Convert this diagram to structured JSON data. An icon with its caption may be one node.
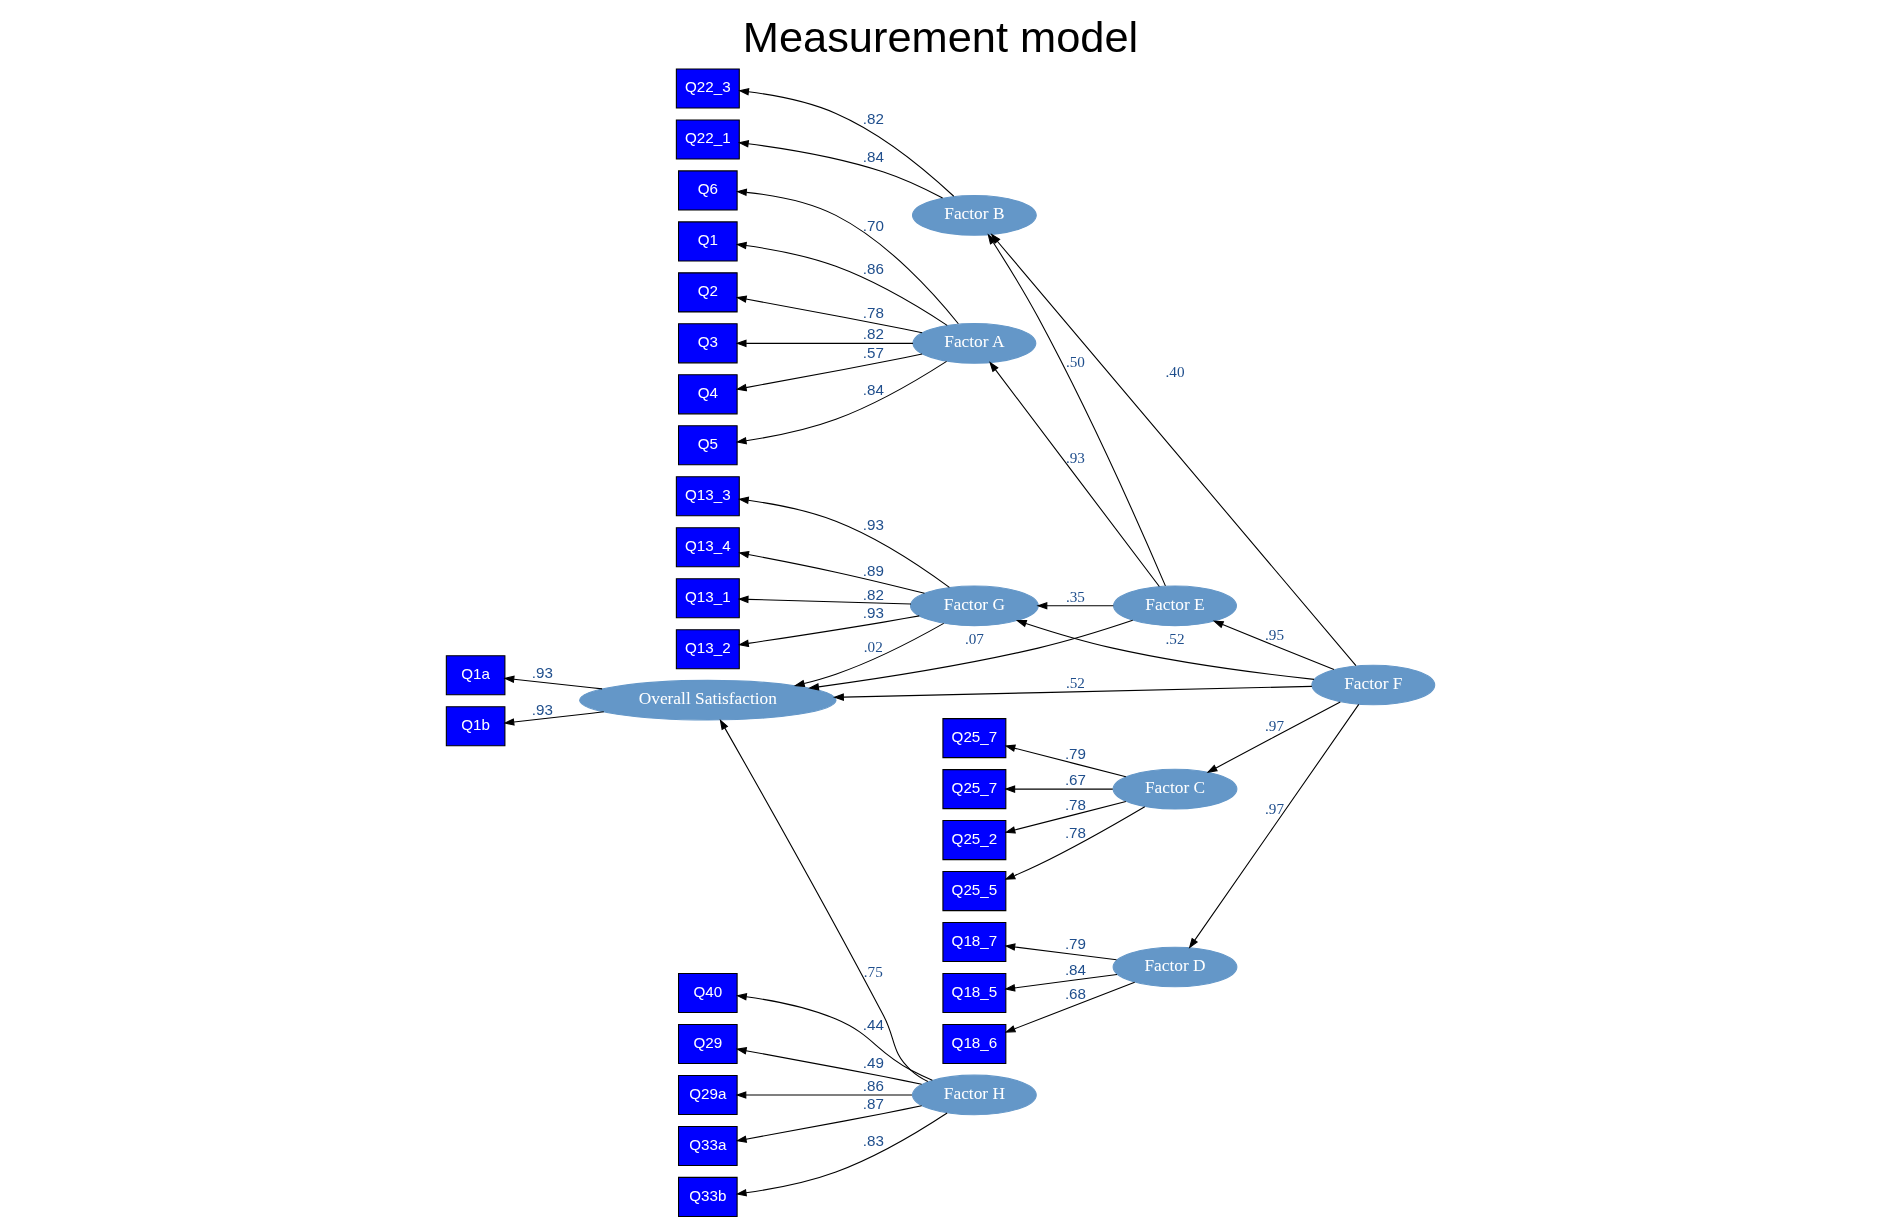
{
  "diagram": {
    "title": "Measurement model",
    "nodes": [
      {
        "text": [
          "Q1"
        ]
      },
      {
        "text": [
          "Q2"
        ]
      },
      {
        "text": [
          "Q3"
        ]
      },
      {
        "text": [
          "Q4"
        ]
      },
      {
        "text": [
          "Q5"
        ]
      },
      {
        "text": [
          "Q6"
        ]
      },
      {
        "text": [
          "Factor A"
        ]
      },
      {
        "text": [
          "Factor E"
        ]
      },
      {
        "text": [
          "Q22_1"
        ]
      },
      {
        "text": [
          "Q22_3"
        ]
      },
      {
        "text": [
          "Factor B"
        ]
      },
      {
        "text": [
          "Q25_2"
        ]
      },
      {
        "text": [
          "Q25_5"
        ]
      },
      {
        "text": [
          "Q25_7"
        ]
      },
      {
        "text": [
          "Q25_7"
        ]
      },
      {
        "text": [
          "Factor C"
        ]
      },
      {
        "text": [
          "Factor F"
        ]
      },
      {
        "text": [
          "Q18_5"
        ]
      },
      {
        "text": [
          "Q18_6"
        ]
      },
      {
        "text": [
          "Q18_7"
        ]
      },
      {
        "text": [
          "Factor D"
        ]
      },
      {
        "text": [
          "Q13_1"
        ]
      },
      {
        "text": [
          "Q13_2"
        ]
      },
      {
        "text": [
          "Q13_3"
        ]
      },
      {
        "text": [
          "Q13_4"
        ]
      },
      {
        "text": [
          "Factor G"
        ]
      },
      {
        "text": [
          "Overall Satisfaction"
        ]
      },
      {
        "text": [
          "Q1a"
        ]
      },
      {
        "text": [
          "Q1b"
        ]
      },
      {
        "text": [
          "Factor H"
        ]
      },
      {
        "text": [
          "Q33a"
        ]
      },
      {
        "text": [
          "Q33b"
        ]
      },
      {
        "text": [
          "Q40"
        ]
      },
      {
        "text": [
          "Q29"
        ]
      },
      {
        "text": [
          "Q29a"
        ]
      }
    ],
    "edges": [
      {
        "from": 6,
        "to": 0,
        "arrow": "to",
        "label": ".86"
      },
      {
        "from": 6,
        "to": 1,
        "arrow": "to",
        "label": ".78"
      },
      {
        "from": 6,
        "to": 2,
        "arrow": "to",
        "label": ".82"
      },
      {
        "from": 6,
        "to": 3,
        "arrow": "to",
        "label": ".57"
      },
      {
        "from": 6,
        "to": 4,
        "arrow": "to",
        "label": ".84"
      },
      {
        "from": 6,
        "to": 5,
        "arrow": "to",
        "label": ".70"
      },
      {
        "from": 7,
        "to": 6,
        "arrow": "to",
        "label": ".93"
      },
      {
        "from": 7,
        "to": 10,
        "arrow": "to",
        "label": ".50"
      },
      {
        "from": 7,
        "to": 25,
        "arrow": "to",
        "label": ".35"
      },
      {
        "from": 7,
        "to": 26,
        "arrow": "to",
        "label": ".07"
      },
      {
        "from": 10,
        "to": 8,
        "arrow": "to",
        "label": ".84"
      },
      {
        "from": 10,
        "to": 9,
        "arrow": "to",
        "label": ".82"
      },
      {
        "from": 16,
        "to": 10,
        "arrow": "to",
        "label": ".40"
      },
      {
        "from": 16,
        "to": 7,
        "arrow": "to",
        "label": ".95"
      },
      {
        "from": 16,
        "to": 15,
        "arrow": "to",
        "label": ".97"
      },
      {
        "from": 16,
        "to": 20,
        "arrow": "to",
        "label": ".97"
      },
      {
        "from": 16,
        "to": 25,
        "arrow": "to",
        "label": ".52"
      },
      {
        "from": 16,
        "to": 26,
        "arrow": "to",
        "label": ".52"
      },
      {
        "from": 15,
        "to": 11,
        "arrow": "to",
        "label": ".78"
      },
      {
        "from": 15,
        "to": 12,
        "arrow": "to",
        "label": ".78"
      },
      {
        "from": 15,
        "to": 13,
        "arrow": "to",
        "label": ".79"
      },
      {
        "from": 15,
        "to": 14,
        "arrow": "to",
        "label": ".67"
      },
      {
        "from": 20,
        "to": 17,
        "arrow": "to",
        "label": ".84"
      },
      {
        "from": 20,
        "to": 18,
        "arrow": "to",
        "label": ".68"
      },
      {
        "from": 20,
        "to": 19,
        "arrow": "to",
        "label": ".79"
      },
      {
        "from": 25,
        "to": 21,
        "arrow": "to",
        "label": ".82"
      },
      {
        "from": 25,
        "to": 22,
        "arrow": "to",
        "label": ".93"
      },
      {
        "from": 25,
        "to": 23,
        "arrow": "to",
        "label": ".93"
      },
      {
        "from": 25,
        "to": 24,
        "arrow": "to",
        "label": ".89"
      },
      {
        "from": 25,
        "to": 26,
        "arrow": "to",
        "label": ".02"
      },
      {
        "from": 26,
        "to": 27,
        "arrow": "to",
        "label": ".93"
      },
      {
        "from": 26,
        "to": 28,
        "arrow": "to",
        "label": ".93"
      },
      {
        "from": 29,
        "to": 26,
        "arrow": "to",
        "label": ".75"
      },
      {
        "from": 29,
        "to": 30,
        "arrow": "to",
        "label": ".87"
      },
      {
        "from": 29,
        "to": 31,
        "arrow": "to",
        "label": ".83"
      },
      {
        "from": 29,
        "to": 32,
        "arrow": "to",
        "label": ".44"
      },
      {
        "from": 29,
        "to": 33,
        "arrow": "to",
        "label": ".49"
      },
      {
        "from": 29,
        "to": 34,
        "arrow": "to",
        "label": ".86"
      }
    ]
  }
}
